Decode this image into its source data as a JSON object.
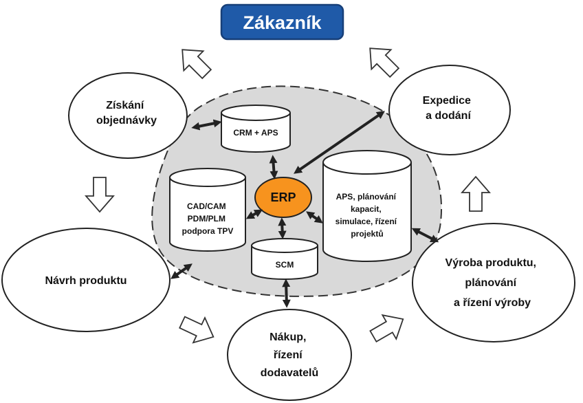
{
  "customer": {
    "label": "Zákazník",
    "fill": "#1f5aa8",
    "border": "#173f78"
  },
  "erp": {
    "label": "ERP",
    "fill": "#f7931e"
  },
  "hub": {
    "fill": "#d9d9d9"
  },
  "processes": {
    "order": [
      "Získání",
      "objednávky"
    ],
    "dispatch": [
      "Expedice",
      "a dodání"
    ],
    "design": [
      "Návrh produktu"
    ],
    "production": [
      "Výroba produktu,",
      "plánování",
      "a řízení výroby"
    ],
    "purchasing": [
      "Nákup,",
      "řízení",
      "dodavatelů"
    ]
  },
  "systems": {
    "crm": [
      "CRM + APS"
    ],
    "cad": [
      "CAD/CAM",
      "PDM/PLM",
      "podpora TPV"
    ],
    "aps": [
      "APS, plánování",
      "kapacit,",
      "simulace, řízení",
      "projektů"
    ],
    "scm": [
      "SCM"
    ]
  }
}
